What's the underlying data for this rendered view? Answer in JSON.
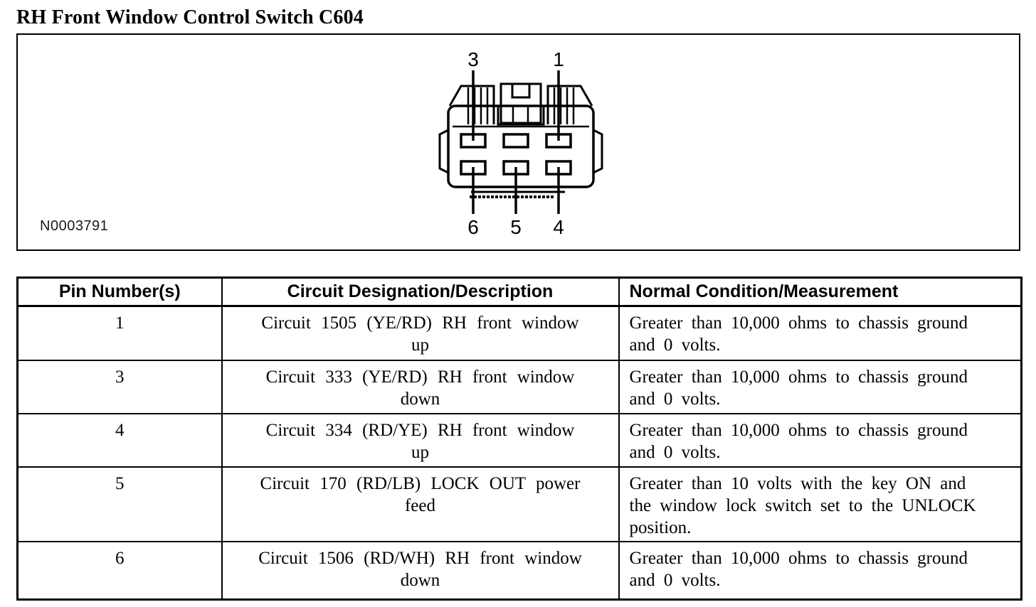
{
  "page": {
    "title": "RH Front Window Control Switch C604"
  },
  "figure": {
    "image_label": "N0003791",
    "connector": {
      "top_labels": [
        "3",
        "1"
      ],
      "bottom_labels": [
        "6",
        "5",
        "4"
      ]
    }
  },
  "table": {
    "headers": {
      "pin": "Pin Number(s)",
      "circuit": "Circuit Designation/Description",
      "condition": "Normal Condition/Measurement"
    },
    "rows": [
      {
        "pin": "1",
        "circuit": "Circuit 1505 (YE/RD) RH front window up",
        "condition": "Greater than 10,000 ohms to chassis ground and 0 volts."
      },
      {
        "pin": "3",
        "circuit": "Circuit 333 (YE/RD) RH front window down",
        "condition": "Greater than 10,000 ohms to chassis ground and 0 volts."
      },
      {
        "pin": "4",
        "circuit": "Circuit 334 (RD/YE) RH front window up",
        "condition": "Greater than 10,000 ohms to chassis ground and 0 volts."
      },
      {
        "pin": "5",
        "circuit": "Circuit 170 (RD/LB) LOCK OUT power feed",
        "condition": "Greater than 10 volts with the key ON and the window lock switch set to the UNLOCK position."
      },
      {
        "pin": "6",
        "circuit": "Circuit 1506 (RD/WH) RH front window down",
        "condition": "Greater than 10,000 ohms to chassis ground and 0 volts."
      }
    ]
  }
}
